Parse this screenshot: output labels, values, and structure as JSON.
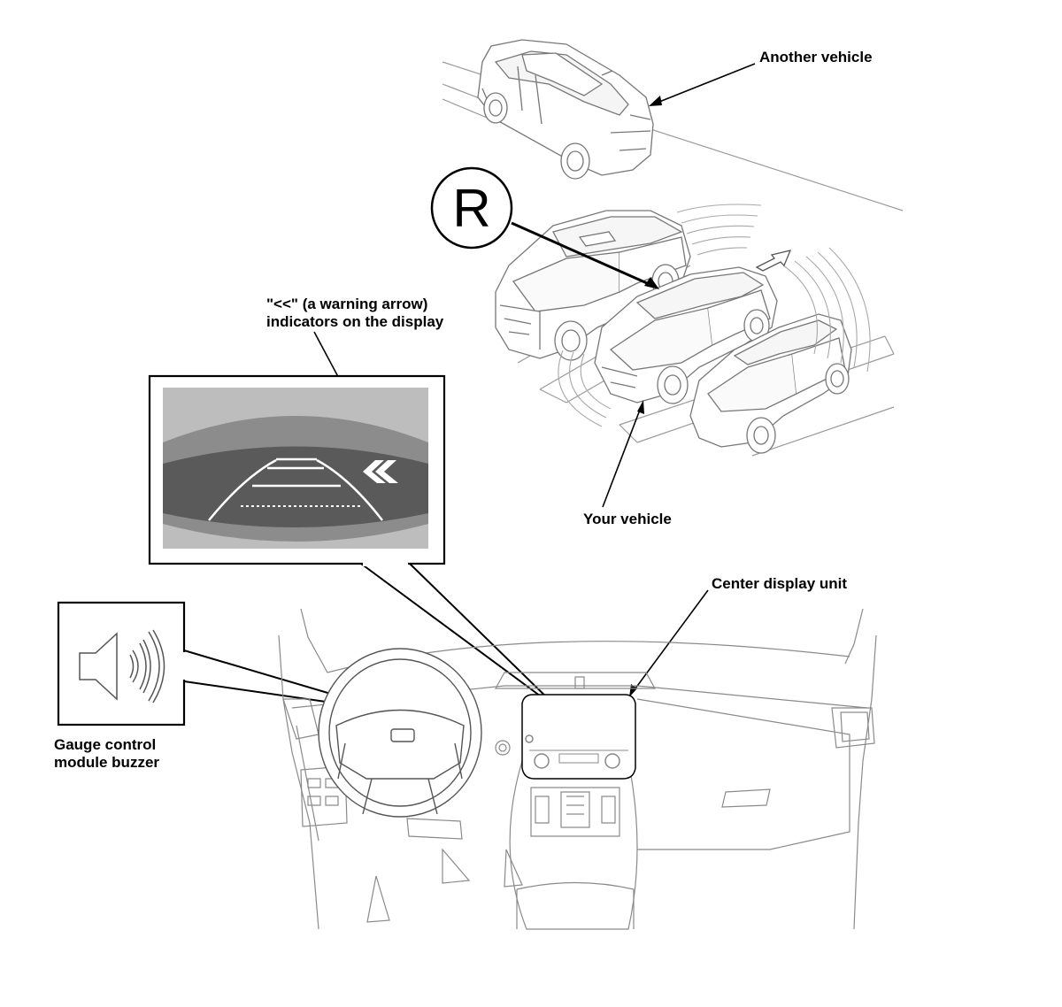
{
  "labels": {
    "another_vehicle": "Another vehicle",
    "warning_line1": "\"<<\" (a warning arrow)",
    "warning_line2": "indicators on the display",
    "your_vehicle": "Your vehicle",
    "center_display": "Center display unit",
    "gauge_line1": "Gauge control",
    "gauge_line2": "module buzzer"
  },
  "gear_indicator": "R",
  "colors": {
    "line": "#000000",
    "sketch": "#8a8a8a",
    "display_bg": "#bdbdbd",
    "display_dome": "#8c8c8c",
    "display_road": "#5a5a5a",
    "guide_lines": "#ffffff"
  },
  "icons": {
    "speaker": "speaker-icon",
    "warning_arrow": "double-chevron-left-icon",
    "direction_arrow": "arrow-up-right-icon"
  }
}
